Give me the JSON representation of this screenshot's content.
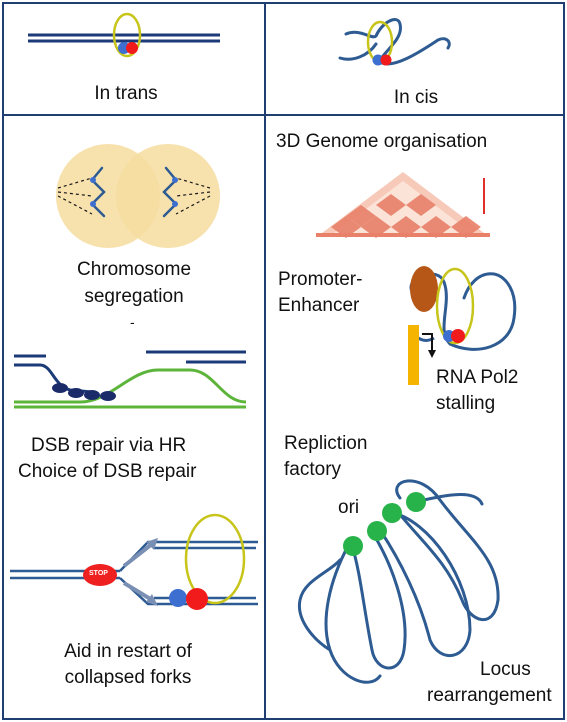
{
  "colors": {
    "frame": "#1f3f73",
    "dna": "#2d5b92",
    "dna_dark": "#1b3a78",
    "cohesin_ring": "#c7c41a",
    "subunit_blue": "#3d6fd0",
    "subunit_red": "#f21b1b",
    "green_strand": "#5cb43a",
    "ori_green": "#27b34a",
    "cell": "#f6dda0",
    "heatmap": "#e8806a",
    "stop": "#ee2020",
    "mediator_brown": "#b65718",
    "pol2_yellow": "#f4b400"
  },
  "top_left": {
    "label": "In trans"
  },
  "top_right": {
    "label": "In cis"
  },
  "left_panel": {
    "segregation_label_1": "Chromosome",
    "segregation_label_2": "segregation",
    "separator_mark": "-",
    "dsb_label_1": "DSB repair via HR",
    "dsb_label_2": "Choice of DSB repair",
    "fork_label_1": "Aid in restart of",
    "fork_label_2": "collapsed forks",
    "stop_text": "STOP"
  },
  "right_panel": {
    "genome_label": "3D Genome organisation",
    "promoter_label_1": "Promoter-",
    "promoter_label_2": "Enhancer",
    "pol2_label_1": "RNA Pol2",
    "pol2_label_2": "stalling",
    "factory_label_1": "Repliction",
    "factory_label_2": "factory",
    "ori_label": "ori",
    "locus_label_1": "Locus",
    "locus_label_2": "rearrangement"
  }
}
